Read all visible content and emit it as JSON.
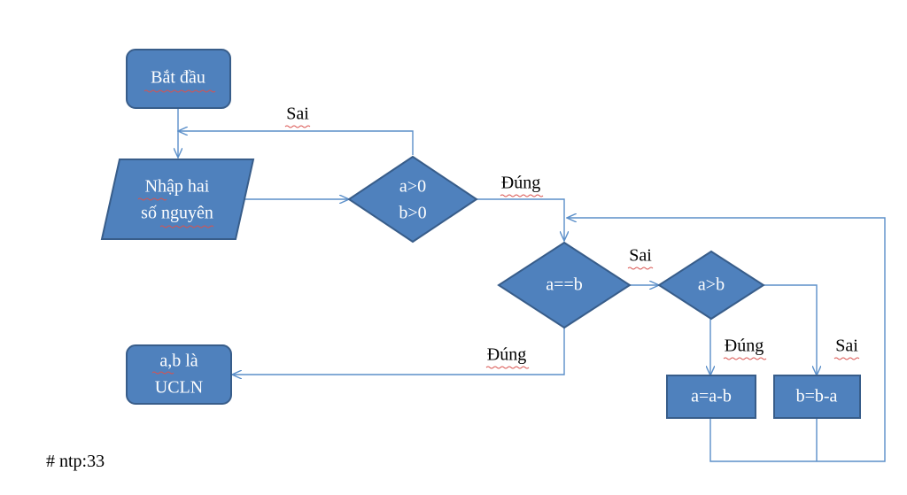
{
  "nodes": {
    "start": "Bắt đầu",
    "input_line1": "Nhập hai",
    "input_line2": "số nguyên",
    "check_positive_line1": "a>0",
    "check_positive_line2": "b>0",
    "check_equal": "a==b",
    "check_greater": "a>b",
    "subtract_a": "a=a-b",
    "subtract_b": "b=b-a",
    "result_line1": "a,b là",
    "result_line2": "UCLN"
  },
  "edge_labels": {
    "positive_false": "Sai",
    "positive_true": "Đúng",
    "equal_false": "Sai",
    "equal_true": "Đúng",
    "greater_true": "Đúng",
    "greater_false": "Sai"
  },
  "footnote": "# ntp:33",
  "colors": {
    "shape_fill": "#4f81bd",
    "shape_border": "#385d8a",
    "connector": "#5b8fc9"
  }
}
